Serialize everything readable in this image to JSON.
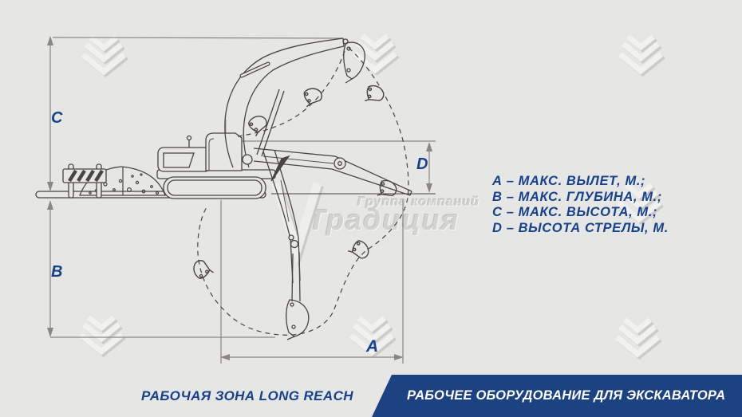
{
  "colors": {
    "background": "#e6e6e4",
    "drawing_line": "#4a4440",
    "dimension_line": "#8d8782",
    "accent_blue": "#17418a",
    "footer_blue": "#1c4282",
    "watermark_gray": "#d3d3d1"
  },
  "diagram": {
    "dim_labels": {
      "a": "A",
      "b": "B",
      "c": "C",
      "d": "D"
    }
  },
  "legend": {
    "items": [
      "А – МАКС. ВЫЛЕТ, М.;",
      "В – МАКС. ГЛУБИНА, М.;",
      "С – МАКС. ВЫСОТА, М.;",
      "D – ВЫСОТА СТРЕЛЫ, М."
    ]
  },
  "watermark": {
    "company_line1": "Группа компаний",
    "company_line2": "Традиция"
  },
  "footer": {
    "left_caption": "РАБОЧАЯ ЗОНА LONG REACH",
    "right_caption": "РАБОЧЕЕ ОБОРУДОВАНИЕ ДЛЯ ЭКСКАВАТОРА"
  }
}
